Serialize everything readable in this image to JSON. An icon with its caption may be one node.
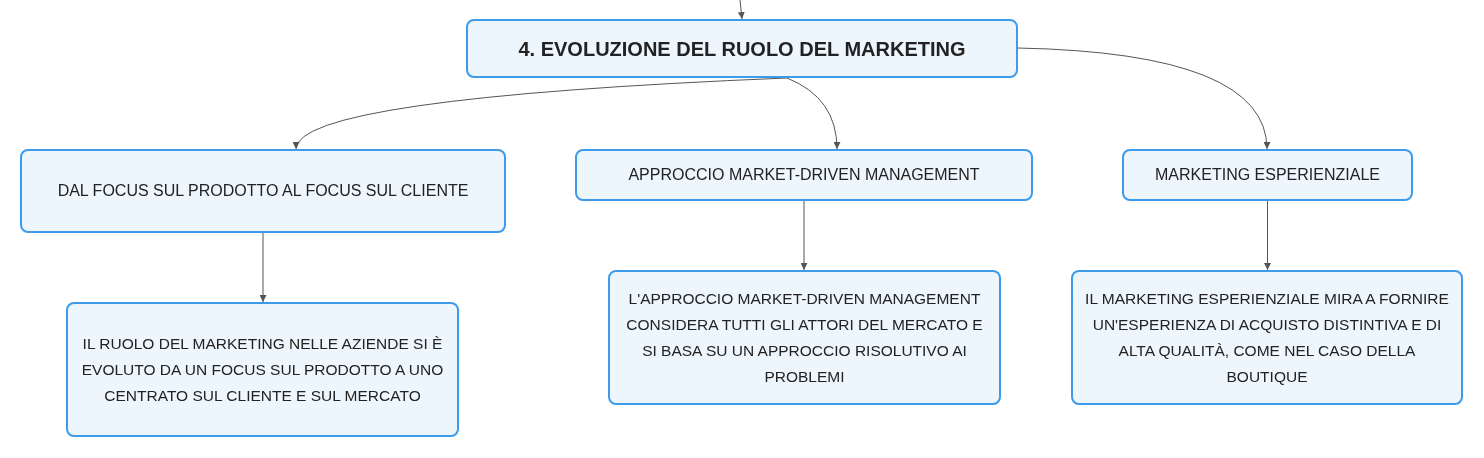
{
  "diagram": {
    "nodes": [
      {
        "text": [
          "4. EVOLUZIONE DEL RUOLO DEL MARKETING"
        ]
      },
      {
        "text": [
          "DAL FOCUS SUL PRODOTTO AL FOCUS SUL CLIENTE"
        ]
      },
      {
        "text": [
          "APPROCCIO MARKET-DRIVEN MANAGEMENT"
        ]
      },
      {
        "text": [
          "MARKETING ESPERIENZIALE"
        ]
      },
      {
        "text": [
          "IL RUOLO DEL MARKETING NELLE AZIENDE SI È EVOLUTO DA UN FOCUS SUL PRODOTTO A UNO CENTRATO SUL CLIENTE E SUL MERCATO"
        ]
      },
      {
        "text": [
          "L'APPROCCIO MARKET-DRIVEN MANAGEMENT CONSIDERA TUTTI GLI ATTORI DEL MERCATO E SI BASA SU UN APPROCCIO RISOLUTIVO AI PROBLEMI"
        ]
      },
      {
        "text": [
          "IL MARKETING ESPERIENZIALE MIRA A FORNIRE UN'ESPERIENZA DI ACQUISTO DISTINTIVA E DI ALTA QUALITÀ, COME NEL CASO DELLA BOUTIQUE"
        ]
      }
    ],
    "edges": [
      {
        "from": null,
        "to": 0,
        "arrow": "to"
      },
      {
        "from": 0,
        "to": 1,
        "arrow": "to"
      },
      {
        "from": 0,
        "to": 2,
        "arrow": "to"
      },
      {
        "from": 0,
        "to": 3,
        "arrow": "to"
      },
      {
        "from": 1,
        "to": 4,
        "arrow": "to"
      },
      {
        "from": 2,
        "to": 5,
        "arrow": "to"
      },
      {
        "from": 3,
        "to": 6,
        "arrow": "to"
      }
    ]
  }
}
